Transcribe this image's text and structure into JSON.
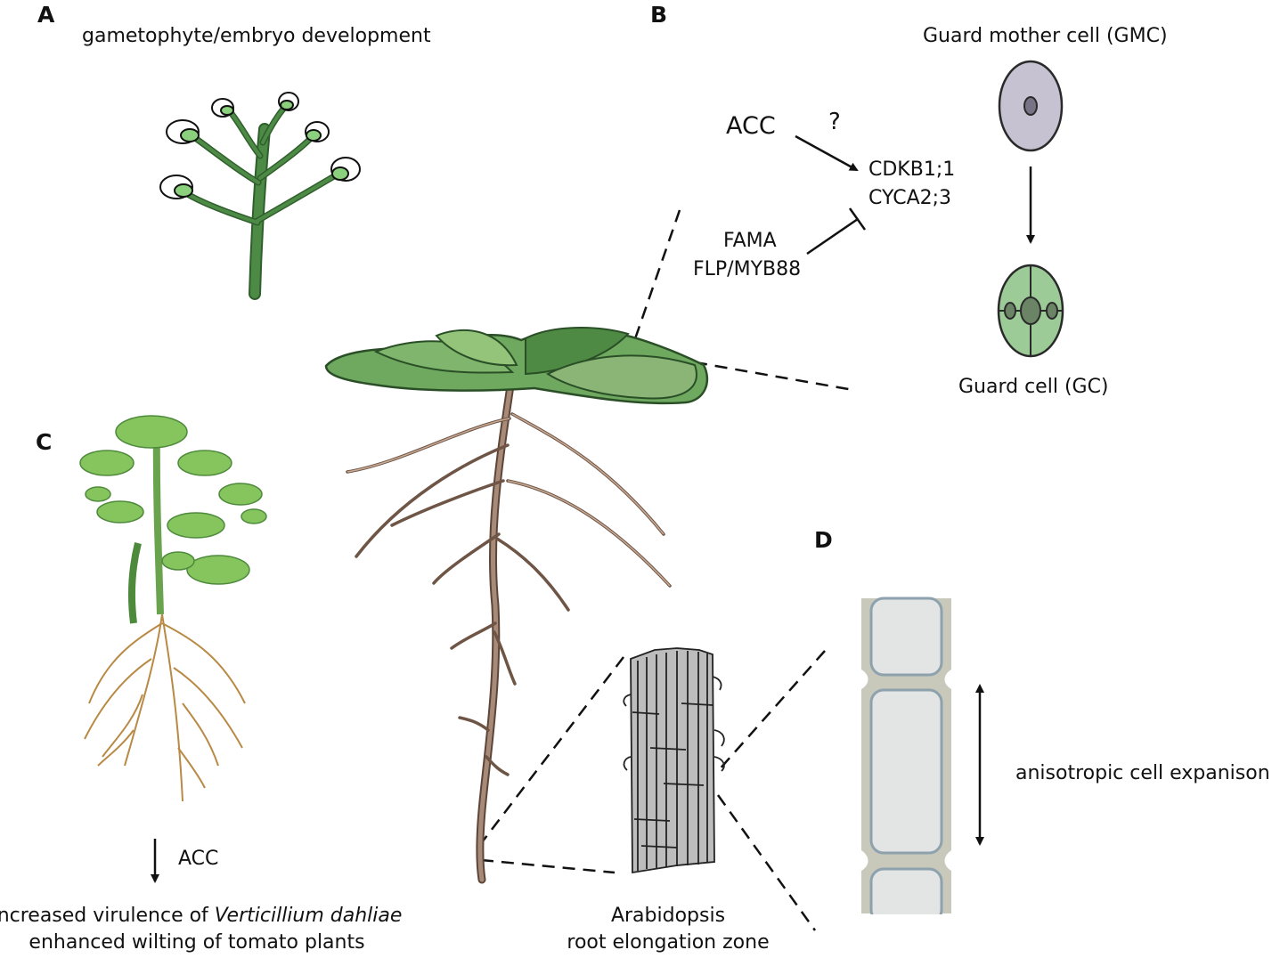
{
  "panels": {
    "a": {
      "letter": "A",
      "caption": "gametophyte/embryo development"
    },
    "b": {
      "letter": "B",
      "acc": "ACC",
      "question": "?",
      "target_1": "CDKB1;1",
      "target_2": "CYCA2;3",
      "repressor_1": "FAMA",
      "repressor_2": "FLP/MYB88",
      "gmc_label": "Guard mother cell (GMC)",
      "gc_label": "Guard cell (GC)"
    },
    "c": {
      "letter": "C",
      "arrow_label": "ACC",
      "line1_prefix": "increased virulence of ",
      "line1_italic": "Verticillium dahliae",
      "line2": "enhanced wilting of tomato plants"
    },
    "d": {
      "letter": "D",
      "label": "anisotropic cell expanison"
    },
    "root": {
      "line1": "Arabidopsis",
      "line2": "root elongation zone"
    }
  },
  "colors": {
    "leaf_dark": "#4f8d48",
    "leaf_light": "#8cbf6f",
    "stem_green": "#3d7a3a",
    "root_brown": "#8a6f60",
    "root_light": "#c9ab95",
    "gmc_fill": "#c7c3d2",
    "gc_fill": "#9ccb98",
    "cell_wall": "#c5c5b8",
    "cell_inner": "#e2e3e3",
    "cell_membrane": "#8fa3b0",
    "tomato_leaf": "#86c45e",
    "tomato_root": "#c79a52"
  }
}
